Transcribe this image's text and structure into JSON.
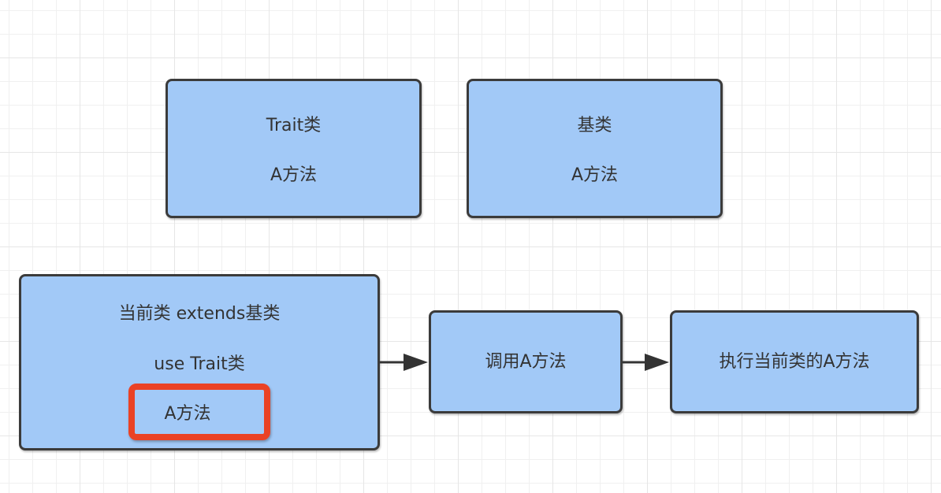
{
  "nodes": {
    "trait": {
      "title": "Trait类",
      "method": "A方法"
    },
    "base": {
      "title": "基类",
      "method": "A方法"
    },
    "current": {
      "title": "当前类 extends基类",
      "use": "use Trait类",
      "method": "A方法"
    },
    "call": {
      "label": "调用A方法"
    },
    "execute": {
      "label": "执行当前类的A方法"
    }
  },
  "colors": {
    "node_fill": "#a2c9f7",
    "node_border": "#3b3b3b",
    "highlight": "#ea4225",
    "arrow": "#333333"
  },
  "edges": [
    {
      "from": "current",
      "to": "call"
    },
    {
      "from": "call",
      "to": "execute"
    }
  ]
}
